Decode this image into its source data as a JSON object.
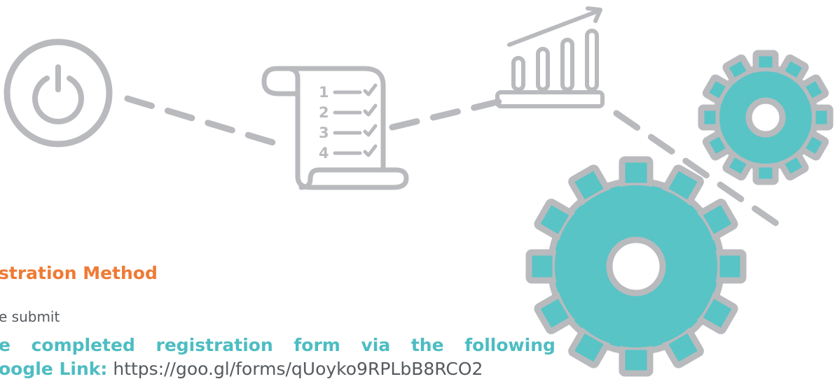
{
  "section": {
    "title": "stration Method",
    "intro": "e submit",
    "words": [
      "e",
      "completed",
      "registration",
      "form",
      "via",
      "the",
      "following"
    ],
    "link_label": "oogle Link:",
    "link_url": "https://goo.gl/forms/qUoyko9RPLbB8RCO2"
  },
  "icons": [
    "power-icon",
    "checklist-scroll-icon",
    "growth-chart-icon",
    "small-gear-icon",
    "large-gear-icon"
  ],
  "colors": {
    "heading": "#ef7a35",
    "accent": "#4dbdc2",
    "icon_stroke": "#b9babd",
    "gear_fill": "#58c4c6",
    "text": "#555a5f"
  }
}
